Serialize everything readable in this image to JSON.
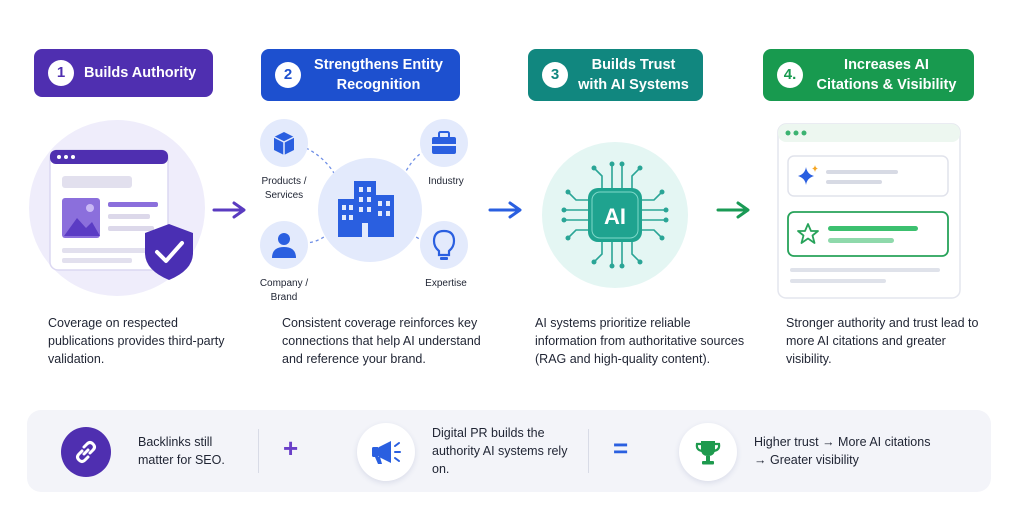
{
  "steps": [
    {
      "num": "1",
      "title": "Builds Authority"
    },
    {
      "num": "2",
      "title": "Strengthens Entity Recognition"
    },
    {
      "num": "3",
      "title": "Builds Trust with AI Systems"
    },
    {
      "num": "4.",
      "title": "Increases AI Citations & Visibility"
    }
  ],
  "descriptions": [
    "Coverage on respected publications provides third-party validation.",
    "Consistent coverage reinforces key connections that help AI understand and reference your brand.",
    "AI systems prioritize reliable information from authoritative sources (RAG and high-quality content).",
    "Stronger authority and trust lead to more AI citations and greater visibility."
  ],
  "entity_labels": {
    "products": "Products / Services",
    "industry": "Industry",
    "company": "Company / Brand",
    "expertise": "Expertise"
  },
  "ai_chip_text": "AI",
  "summary": {
    "backlinks": "Backlinks still matter for SEO.",
    "plus": "+",
    "digital_pr": "Digital PR builds the authority AI systems rely on.",
    "equals": "=",
    "result_line1": "Higher trust → More AI citations",
    "result_line2": "→ Greater visibility"
  },
  "colors": {
    "purple": "#4f2fb0",
    "blue": "#1d50cf",
    "teal": "#11877f",
    "green": "#189a4f"
  },
  "icons": [
    "box-icon",
    "building-icon",
    "briefcase-icon",
    "user-icon",
    "lightbulb-icon",
    "shield-check-icon",
    "ai-chip-icon",
    "sparkle-icon",
    "star-icon",
    "link-icon",
    "megaphone-icon",
    "trophy-icon"
  ]
}
